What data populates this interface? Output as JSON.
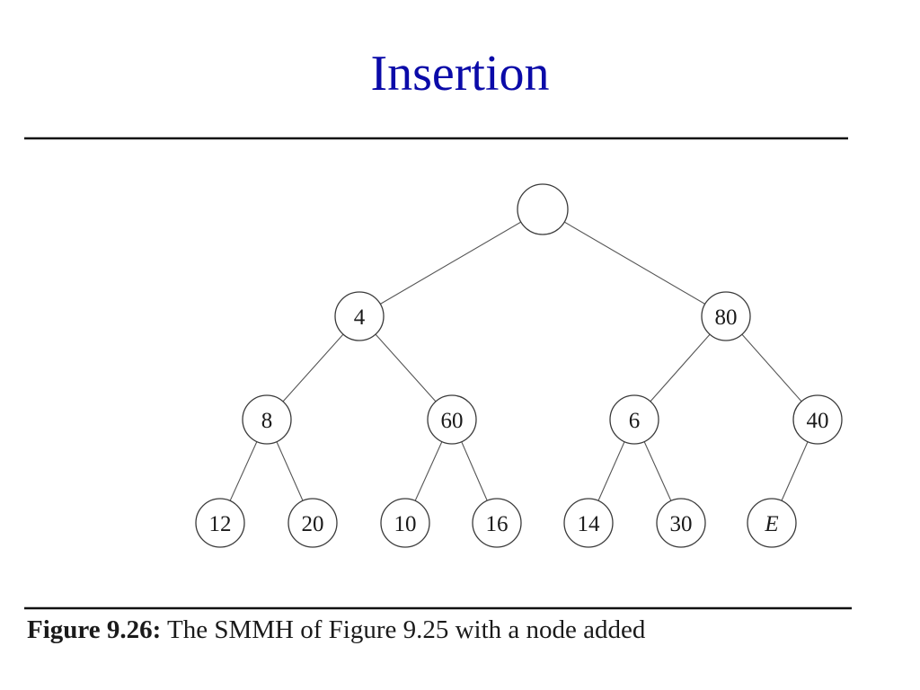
{
  "slide": {
    "title": "Insertion",
    "title_color": "#0a0aa8"
  },
  "figure": {
    "caption_label": "Figure 9.26:",
    "caption_text": " The SMMH of Figure 9.25 with a node added",
    "tree": {
      "root": "",
      "level1": [
        "4",
        "80"
      ],
      "level2": [
        "8",
        "60",
        "6",
        "40"
      ],
      "level3": [
        "12",
        "20",
        "10",
        "16",
        "14",
        "30",
        "E"
      ]
    }
  }
}
